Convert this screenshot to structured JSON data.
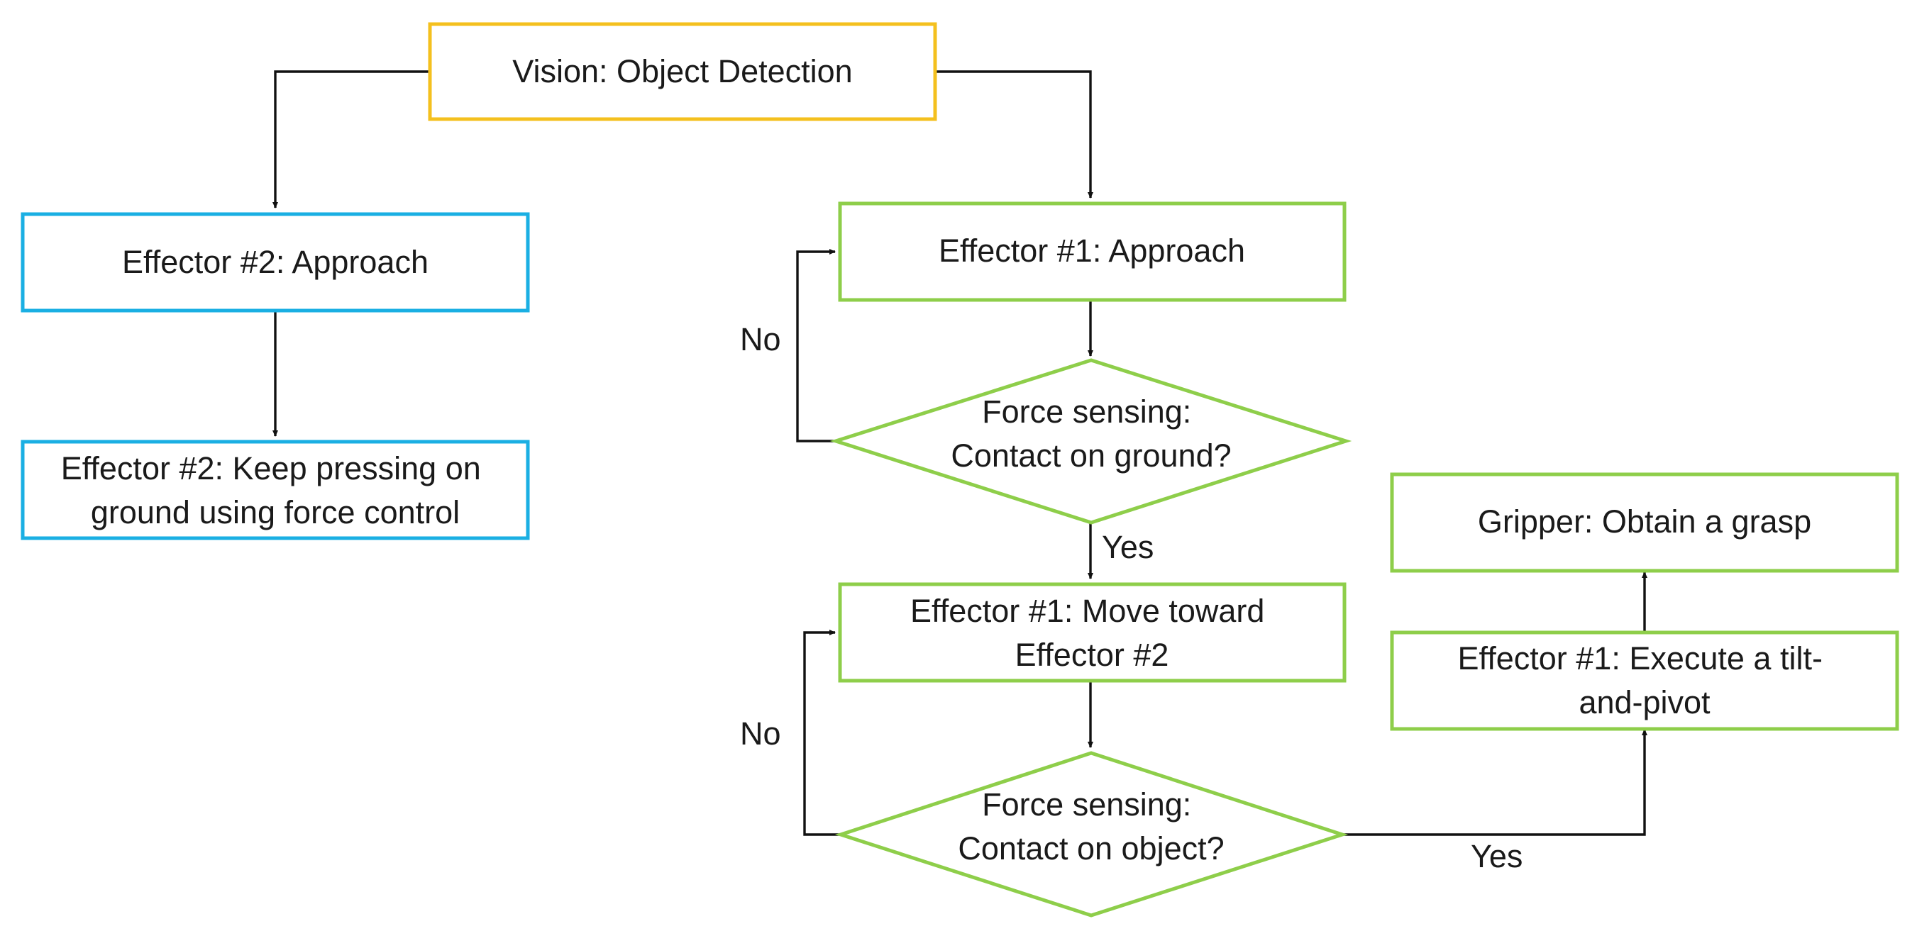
{
  "diagram": {
    "colors": {
      "vision": "#f4c01e",
      "effector2": "#1aafe3",
      "effector1": "#8ece4a",
      "arrow": "#111111",
      "text": "#1a1a1a",
      "background": "#ffffff"
    },
    "nodes": {
      "vision": {
        "lines": [
          "Vision: Object Detection"
        ]
      },
      "eff2_approach": {
        "lines": [
          "Effector #2: Approach"
        ]
      },
      "eff2_press": {
        "lines": [
          "Effector #2: Keep pressing on",
          "ground using force control"
        ]
      },
      "eff1_approach": {
        "lines": [
          "Effector #1: Approach"
        ]
      },
      "ground_check": {
        "lines": [
          "Force sensing:",
          "Contact on ground?"
        ]
      },
      "eff1_move": {
        "lines": [
          "Effector #1: Move toward",
          "Effector #2"
        ]
      },
      "object_check": {
        "lines": [
          "Force sensing:",
          "Contact on object?"
        ]
      },
      "eff1_tilt": {
        "lines": [
          "Effector #1: Execute a tilt-",
          "and-pivot"
        ]
      },
      "gripper": {
        "lines": [
          "Gripper: Obtain a grasp"
        ]
      }
    },
    "edge_labels": {
      "ground_no": "No",
      "ground_yes": "Yes",
      "object_no": "No",
      "object_yes": "Yes"
    }
  }
}
